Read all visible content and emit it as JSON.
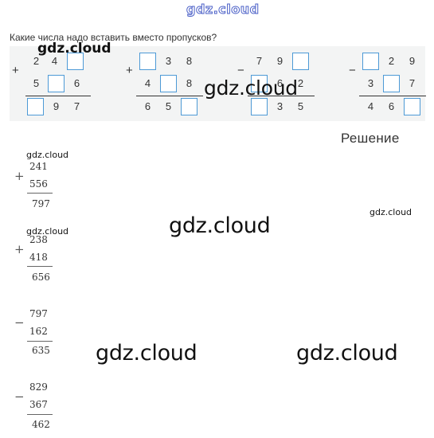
{
  "watermark": "gdz.cloud",
  "question": "Какие числа надо вставить вместо пропусков?",
  "tasks": [
    {
      "sign": "+",
      "rows": [
        [
          "",
          "2",
          "4",
          "□"
        ],
        [
          "",
          "5",
          "□",
          "6"
        ],
        [
          "",
          "□",
          "9",
          "7"
        ]
      ]
    },
    {
      "sign": "+",
      "rows": [
        [
          "",
          "□",
          "3",
          "8"
        ],
        [
          "",
          "4",
          "□",
          "8"
        ],
        [
          "",
          "6",
          "5",
          "□"
        ]
      ]
    },
    {
      "sign": "−",
      "rows": [
        [
          "",
          "7",
          "9",
          "□"
        ],
        [
          "",
          "□",
          "6",
          "2"
        ],
        [
          "",
          "□",
          "3",
          "5"
        ]
      ]
    },
    {
      "sign": "−",
      "rows": [
        [
          "",
          "□",
          "2",
          "9"
        ],
        [
          "",
          "3",
          "□",
          "7"
        ],
        [
          "",
          "4",
          "6",
          "□"
        ]
      ]
    }
  ],
  "solution_title": "Решение",
  "solutions": [
    {
      "sign": "+",
      "a": "241",
      "b": "556",
      "result": "797"
    },
    {
      "sign": "+",
      "a": "238",
      "b": "418",
      "result": "656"
    },
    {
      "sign": "−",
      "a": "797",
      "b": "162",
      "result": "635"
    },
    {
      "sign": "−",
      "a": "829",
      "b": "367",
      "result": "462"
    }
  ]
}
